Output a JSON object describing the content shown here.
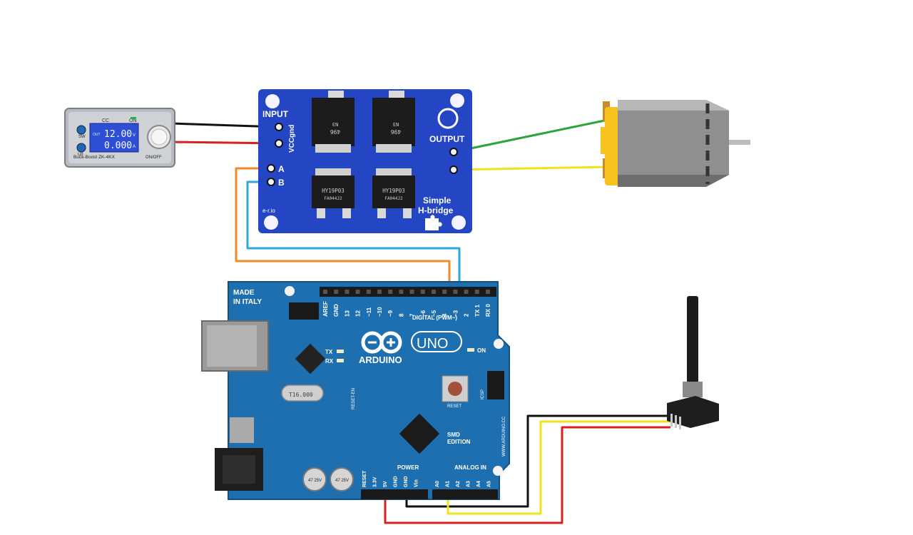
{
  "buck_boost": {
    "mode_cc": "CC",
    "mode_on": "ON",
    "btn_sw": "SW",
    "btn_u_i": "U/I",
    "out_label": "OUT",
    "voltage_value": "12.00",
    "voltage_unit": "V",
    "current_value": "0.000",
    "current_unit": "A",
    "model": "Buck-Boost ZK-4KX",
    "on_off": "ON/OFF"
  },
  "hbridge": {
    "input_label": "INPUT",
    "vcc_label": "VCC",
    "gnd_label": "gnd",
    "pin_a": "A",
    "pin_b": "B",
    "output_label": "OUTPUT",
    "mosfet_top_code": "496",
    "mosfet_top_code2": "N3",
    "mosfet_bottom_code": "HY19P03",
    "mosfet_bottom_code2": "FA044J2",
    "title_line1": "Simple",
    "title_line2": "H-bridge",
    "maker": "e-r.io"
  },
  "arduino": {
    "made_in_1": "MADE",
    "made_in_2": "IN ITALY",
    "digital_label": "DIGITAL (PWM~)",
    "digital_pins": [
      "AREF",
      "GND",
      "13",
      "12",
      "~11",
      "~10",
      "~9",
      "8",
      "7",
      "~6",
      "~5",
      "4",
      "~3",
      "2",
      "TX 1",
      "RX 0"
    ],
    "brand": "ARDUINO",
    "model": "UNO",
    "tx": "TX",
    "rx": "RX",
    "on": "ON",
    "crystal": "T16.000",
    "reset_label": "RESET",
    "reset_en": "RESET-EN",
    "icsp": "ICSP",
    "smd_1": "SMD",
    "smd_2": "EDITION",
    "website": "WWW.ARDUINO.CC",
    "power_label": "POWER",
    "analog_label": "ANALOG IN",
    "power_pins": [
      "RESET",
      "3.3V",
      "5V",
      "GND",
      "GND",
      "Vin"
    ],
    "analog_pins": [
      "A0",
      "A1",
      "A2",
      "A3",
      "A4",
      "A5"
    ],
    "cap1_text": "47 25V",
    "cap2_text": "47 25V"
  },
  "colors": {
    "board_blue": "#1e6fb0",
    "hbridge_blue": "#2446c4",
    "wire_black": "#111111",
    "wire_red": "#d82020",
    "wire_green": "#2aa53a",
    "wire_yellow": "#f2e21c",
    "wire_orange": "#f08a2a",
    "wire_cyan": "#2ea6e0",
    "motor_yellow": "#f6c21b",
    "motor_gray": "#8f8f8f"
  }
}
